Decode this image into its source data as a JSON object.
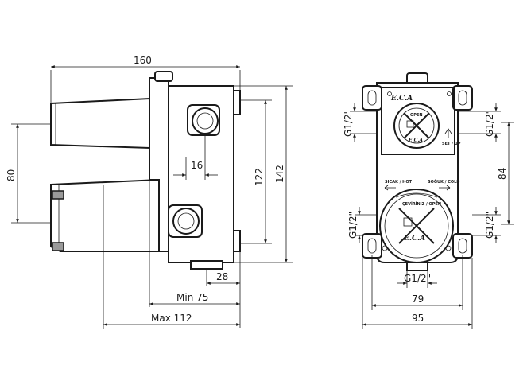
{
  "side_view": {
    "width_160": "160",
    "height_80": "80",
    "height_122": "122",
    "height_142": "142",
    "offset_16": "16",
    "offset_28": "28",
    "min_75": "Min 75",
    "max_112": "Max 112"
  },
  "front_view": {
    "thread_top_left": "G1/2\"",
    "thread_top_right": "G1/2\"",
    "thread_bottom_left": "G1/2\"",
    "thread_bottom_right": "G1/2\"",
    "thread_bottom": "G1/2\"",
    "height_84": "84",
    "width_79": "79",
    "width_95": "95",
    "brand_top": "E.C.A",
    "brand_bottom": "E.C.A",
    "open_top": "OPEN",
    "set_up": "SET / UP",
    "hot": "SICAK / HOT",
    "cold": "SOĞUK / COLD",
    "open_bottom": "ÇEVİRİNİZ / OPEN"
  }
}
